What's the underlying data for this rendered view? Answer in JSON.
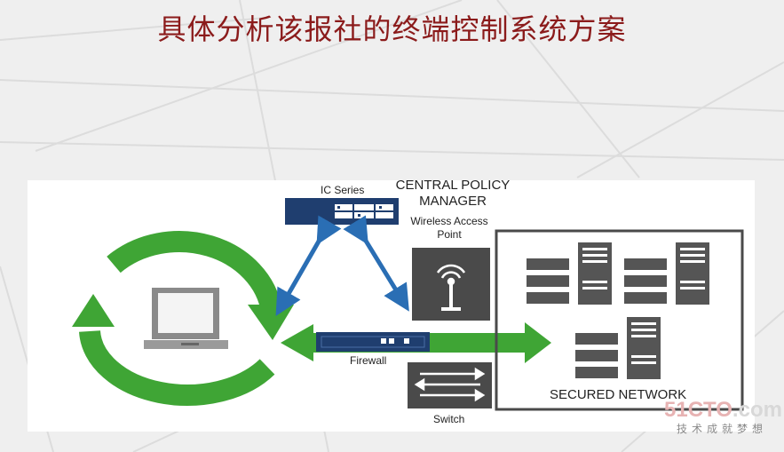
{
  "title": "具体分析该报社的终端控制系统方案",
  "labels": {
    "ic_series": "IC Series",
    "central_policy_line1": "CENTRAL POLICY",
    "central_policy_line2": "MANAGER",
    "wap_line1": "Wireless Access",
    "wap_line2": "Point",
    "firewall": "Firewall",
    "secured_network": "SECURED NETWORK",
    "switch": "Switch"
  },
  "watermark": {
    "logo_prefix": "51CTO",
    "logo_suffix": ".com",
    "subtitle": "技术成就梦想"
  },
  "colors": {
    "title": "#8b1b1b",
    "green_arrows": "#3fa535",
    "blue_arrows": "#2a6eb4",
    "device_navy": "#1f3e6f",
    "dark_boxes": "#4a4a4a"
  },
  "icons": [
    "laptop-icon",
    "wifi-icon",
    "server-icon",
    "switch-icon",
    "firewall-icon"
  ]
}
